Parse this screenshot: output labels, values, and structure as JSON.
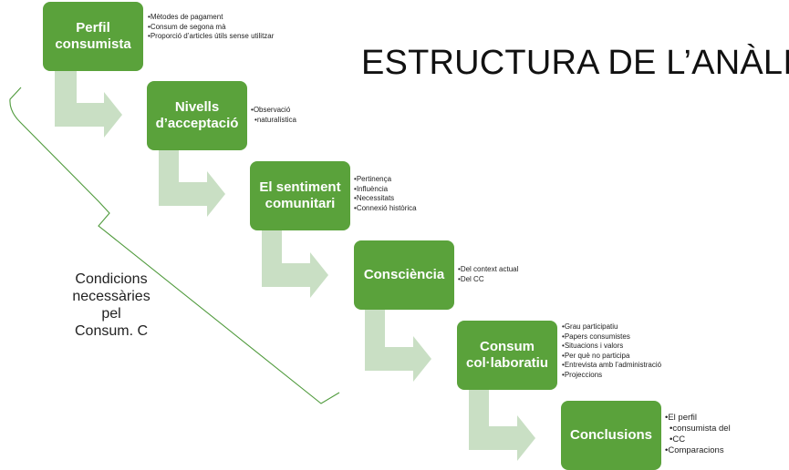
{
  "title": "ESTRUCTURA DE L’ANÀLISI",
  "side_label": [
    "Condicions",
    "necessàries",
    "pel",
    "Consum. C"
  ],
  "steps": [
    {
      "label": [
        "Perfil",
        "consumista"
      ],
      "bullets": [
        "Mètodes de pagament",
        "Consum de segona mà",
        "Proporció  d’articles útils sense utilitzar"
      ]
    },
    {
      "label": [
        "Nivells",
        "d’acceptació"
      ],
      "bullets": [
        "Observació",
        "naturalística"
      ]
    },
    {
      "label": [
        "El sentiment",
        "comunitari"
      ],
      "bullets": [
        "Pertinença",
        "Influència",
        "Necessitats",
        "Connexió històrica"
      ]
    },
    {
      "label": [
        "Consciència"
      ],
      "bullets": [
        "Del context actual",
        "Del CC"
      ]
    },
    {
      "label": [
        "Consum",
        "col·laboratiu"
      ],
      "bullets": [
        "Grau participatiu",
        "Papers consumistes",
        "Situacions i valors",
        "Per què no participa",
        "Entrevista amb l’administració",
        "Projeccions"
      ]
    },
    {
      "label": [
        "Conclusions"
      ],
      "bullets": [
        "El perfil",
        "consumista del",
        "CC",
        "Comparacions"
      ]
    }
  ],
  "colors": {
    "box": "#5aa23b",
    "arrow": "#c9dfc4",
    "bracket": "#4f9a3c"
  }
}
